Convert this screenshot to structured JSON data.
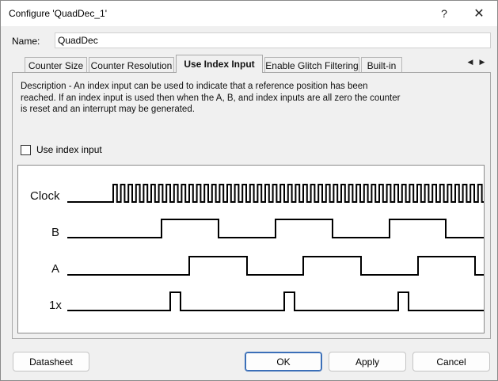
{
  "window": {
    "title": "Configure 'QuadDec_1'",
    "help_glyph": "?",
    "close_glyph": "✕"
  },
  "name_field": {
    "label": "Name:",
    "value": "QuadDec"
  },
  "tabs": [
    {
      "label": "Counter Size",
      "active": false
    },
    {
      "label": "Counter Resolution",
      "active": false
    },
    {
      "label": "Use Index Input",
      "active": true
    },
    {
      "label": "Enable Glitch Filtering",
      "active": false
    },
    {
      "label": "Built-in",
      "active": false
    }
  ],
  "tab_scroll": {
    "left_glyph": "◀",
    "right_glyph": "▶"
  },
  "panel": {
    "description": "Description - An index input can be used to indicate that a reference position has been reached. If an index input is used then when the A, B, and index inputs are all zero the counter is reset and an interrupt may be generated.",
    "checkbox_label": "Use index input",
    "checkbox_checked": false
  },
  "timing_diagram": {
    "signals": [
      "Clock",
      "B",
      "A",
      "1x"
    ],
    "line_color": "#000000"
  },
  "buttons": {
    "datasheet": "Datasheet",
    "ok": "OK",
    "apply": "Apply",
    "cancel": "Cancel"
  }
}
